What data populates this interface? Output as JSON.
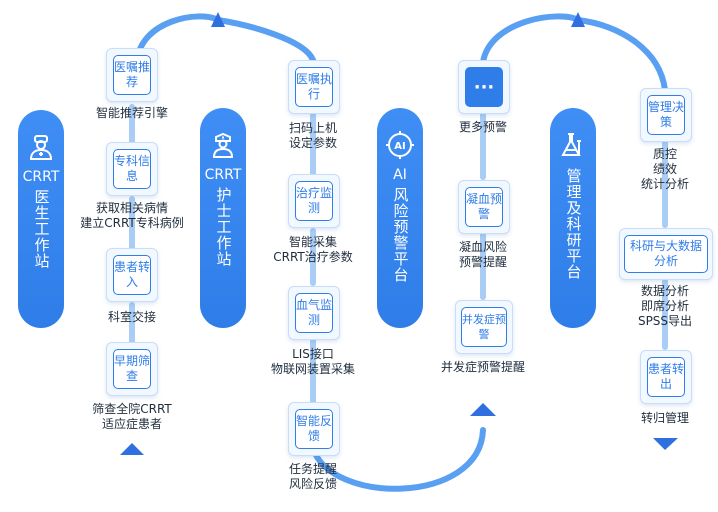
{
  "columns": [
    {
      "pill_title": "CRRT",
      "pill_sub": "医生工作站",
      "icon": "doctor-icon",
      "nodes": [
        {
          "label": "医嘱推荐",
          "caption": "智能推荐引擎"
        },
        {
          "label": "专科信息",
          "caption": "获取相关病情\n建立CRRT专科病例"
        },
        {
          "label": "患者转入",
          "caption": "科室交接"
        },
        {
          "label": "早期筛查",
          "caption": "筛查全院CRRT\n适应症患者"
        }
      ]
    },
    {
      "pill_title": "CRRT",
      "pill_sub": "护士工作站",
      "icon": "nurse-icon",
      "nodes": [
        {
          "label": "医嘱执行",
          "caption": "扫码上机\n设定参数"
        },
        {
          "label": "治疗监测",
          "caption": "智能采集\nCRRT治疗参数"
        },
        {
          "label": "血气监测",
          "caption": "LIS接口\n物联网装置采集"
        },
        {
          "label": "智能反馈",
          "caption": "任务提醒\n风险反馈"
        }
      ]
    },
    {
      "pill_title": "AI",
      "pill_sub": "风险预警平台",
      "icon": "ai-icon",
      "nodes": [
        {
          "label": "···",
          "caption": "更多预警"
        },
        {
          "label": "凝血预警",
          "caption": "凝血风险\n预警提醒"
        },
        {
          "label": "并发症预警",
          "caption": "并发症预警提醒"
        }
      ]
    },
    {
      "pill_title": "",
      "pill_sub": "管理及科研平台",
      "icon": "flask-icon",
      "nodes": [
        {
          "label": "管理决策",
          "caption": "质控\n绩效\n统计分析"
        },
        {
          "label": "科研与大数据分析",
          "caption": "数据分析\n即席分析\nSPSS导出"
        },
        {
          "label": "患者转出",
          "caption": "转归管理"
        }
      ]
    }
  ],
  "colors": {
    "primary": "#2f7de8",
    "pill": "#3f8ef5",
    "track": "#5aa0f2",
    "connector": "#a9cdf5",
    "node_bg": "#f2f8ff",
    "arrow": "#2f6fe0"
  },
  "arrows": [
    "triangle-up-icon",
    "triangle-up-icon",
    "triangle-up-icon",
    "triangle-up-icon",
    "triangle-down-icon"
  ]
}
